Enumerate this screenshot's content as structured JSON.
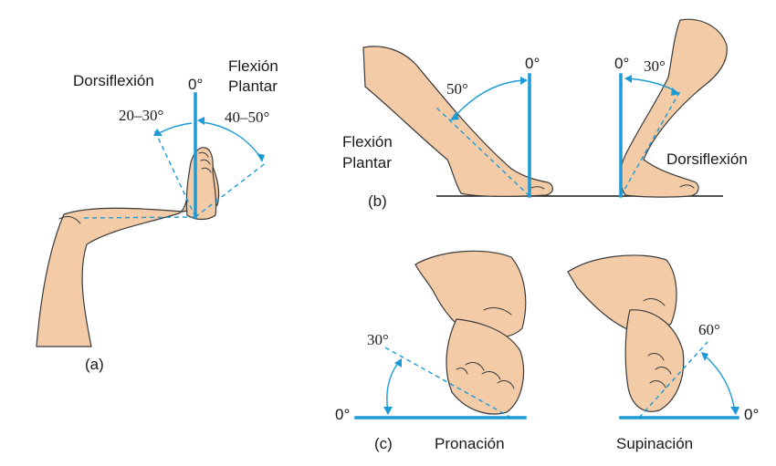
{
  "panel_a": {
    "label": "(a)",
    "dorsiflexion_label": "Dorsiflexión",
    "plantar_label_line1": "Flexión",
    "plantar_label_line2": "Plantar",
    "zero_label": "0°",
    "dorsiflexion_range": "20–30°",
    "plantar_range": "40–50°"
  },
  "panel_b": {
    "label": "(b)",
    "plantar_label_line1": "Flexión",
    "plantar_label_line2": "Plantar",
    "plantar_zero": "0°",
    "plantar_angle": "50°",
    "dorsiflexion_label": "Dorsiflexión",
    "dorsiflexion_zero": "0°",
    "dorsiflexion_angle": "30°"
  },
  "panel_c": {
    "label": "(c)",
    "pronation_label": "Pronación",
    "pronation_zero": "0°",
    "pronation_angle": "30°",
    "supination_label": "Supinación",
    "supination_zero": "0°",
    "supination_angle": "60°"
  },
  "colors": {
    "reference_line": "#1c9ad6",
    "skin": "#f3cba6"
  }
}
